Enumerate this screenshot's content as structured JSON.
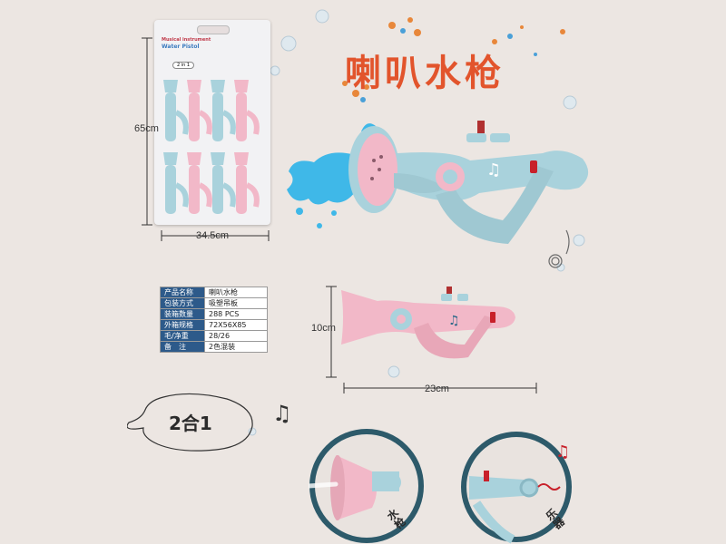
{
  "title": "喇叭水枪",
  "card": {
    "line1": "Musical instrument",
    "line2": "Water Pistol",
    "badge": "2 in 1"
  },
  "dimensions": {
    "card_height": "65cm",
    "card_width": "34.5cm",
    "gun_height": "10cm",
    "gun_width": "23cm"
  },
  "spec_table": [
    {
      "key": "产品名称",
      "value": "喇叭水枪"
    },
    {
      "key": "包装方式",
      "value": "吸塑吊板"
    },
    {
      "key": "装箱数量",
      "value": "288 PCS"
    },
    {
      "key": "外箱规格",
      "value": "72X56X85"
    },
    {
      "key": "毛/净重",
      "value": "28/26"
    },
    {
      "key": "备　注",
      "value": "2色混装"
    }
  ],
  "two_in_one": "2合1",
  "mode_labels": {
    "water_gun": "水枪",
    "instrument": "乐器"
  },
  "colors": {
    "title": "#e2542c",
    "gun_blue": "#a9d2dc",
    "gun_pink": "#f2b8c8",
    "water": "#3fb8e8",
    "accent_red": "#c8202a",
    "table_header": "#2d5a8a",
    "background": "#ece6e2"
  }
}
